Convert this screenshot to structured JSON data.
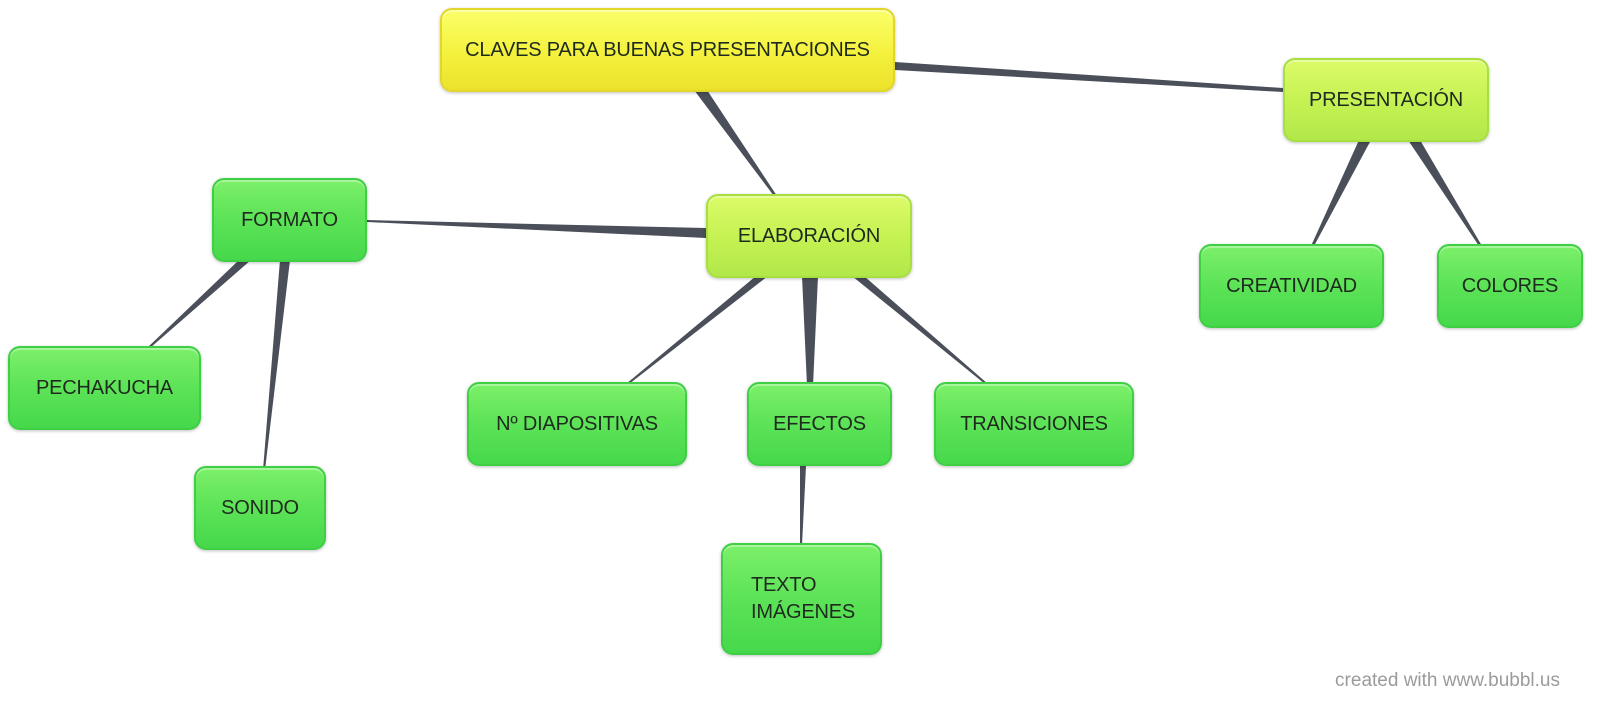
{
  "nodes": {
    "root": "CLAVES PARA BUENAS PRESENTACIONES",
    "presentacion": "PRESENTACIÓN",
    "elaboracion": "ELABORACIÓN",
    "formato": "FORMATO",
    "creatividad": "CREATIVIDAD",
    "colores": "COLORES",
    "pechakucha": "PECHAKUCHA",
    "sonido": "SONIDO",
    "diapositivas": "Nº DIAPOSITIVAS",
    "efectos": "EFECTOS",
    "transiciones": "TRANSICIONES",
    "texto_imagenes": {
      "line1": "TEXTO",
      "line2": "IMÁGENES"
    }
  },
  "colors": {
    "root": "#f4f13c",
    "level1": "#c6f253",
    "leaf": "#5fe458",
    "connector": "#4a4f59"
  },
  "credit": "created with www.bubbl.us"
}
